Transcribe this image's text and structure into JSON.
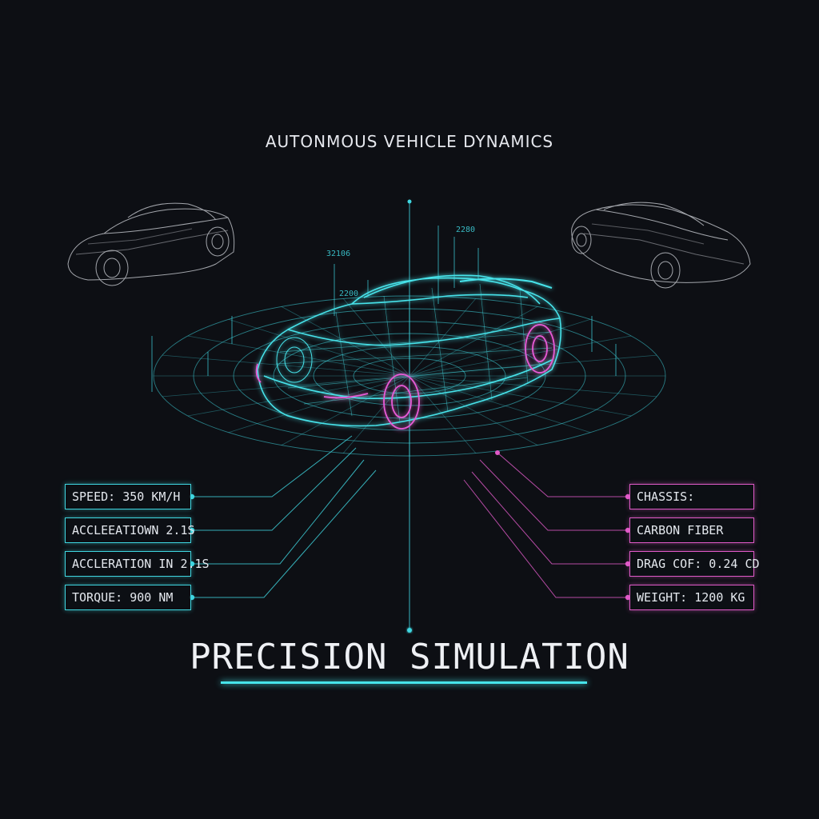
{
  "header": {
    "title": "AUTONMOUS VEHICLE DYNAMICS"
  },
  "main": {
    "title": "PRECISION SIMULATION"
  },
  "specs_left": [
    "SPEED: 350 KM/H",
    "ACCLEEATIOWN 2.1S",
    "ACCLERATION IN 2.1S",
    "TORQUE: 900 NM"
  ],
  "specs_right": [
    "CHASSIS:",
    "CARBON FIBER",
    "DRAG COF: 0.24 CD",
    "WEIGHT: 1200 KG"
  ],
  "readouts": [
    "32106",
    "2280",
    "2200"
  ],
  "colors": {
    "background": "#0d0f14",
    "accent_cyan": "#3fd6e0",
    "accent_magenta": "#e05ac8",
    "wireframe_white": "#c9ccd2"
  }
}
